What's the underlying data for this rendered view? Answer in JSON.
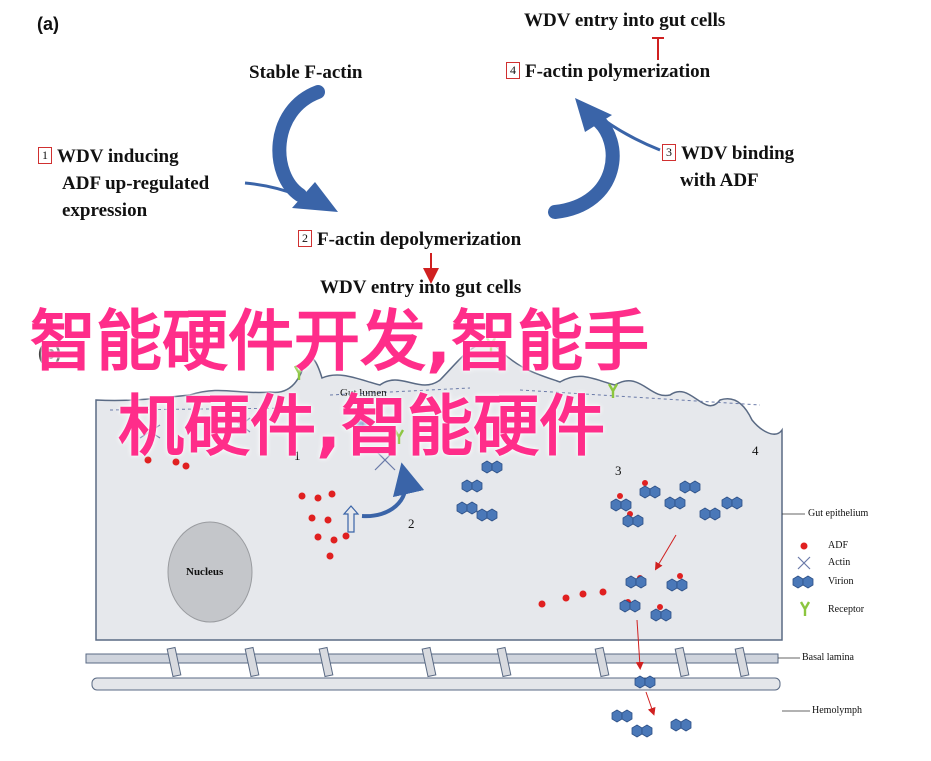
{
  "panel_a": {
    "label": "(a)",
    "top_title": "WDV entry into gut cells",
    "stable": "Stable F-actin",
    "steps": [
      {
        "num": "1",
        "lines": [
          "WDV inducing",
          "ADF up-regulated",
          "expression"
        ]
      },
      {
        "num": "2",
        "lines": [
          "F-actin depolymerization"
        ]
      },
      {
        "num": "3",
        "lines": [
          "WDV binding",
          "with ADF"
        ]
      },
      {
        "num": "4",
        "lines": [
          "F-actin polymerization"
        ]
      }
    ],
    "bottom_title": "WDV entry into gut cells"
  },
  "panel_b": {
    "label": "(b)",
    "gut_lumen": "Gut lumen",
    "nucleus": "Nucleus",
    "nums": [
      "1",
      "2",
      "3",
      "4"
    ],
    "gut_epithelium": "Gut epithelium",
    "basal_lamina": "Basal lamina",
    "hemolymph": "Hemolymph",
    "legend": [
      {
        "name": "ADF",
        "icon": "red-dot-icon"
      },
      {
        "name": "Actin",
        "icon": "cross-icon"
      },
      {
        "name": "Virion",
        "icon": "hexagon-pair-icon"
      },
      {
        "name": "Receptor",
        "icon": "y-receptor-icon"
      }
    ]
  },
  "watermark": {
    "line1": "智能硬件开发,智能手",
    "line2": "机硬件,智能硬件"
  },
  "colors": {
    "arrow_blue": "#3a64a8",
    "adf_red": "#e02020",
    "virion_blue": "#4a78b8",
    "receptor_green": "#8cc63f",
    "cell_fill": "#e6e8ec",
    "watermark": "#ff2d8a"
  }
}
